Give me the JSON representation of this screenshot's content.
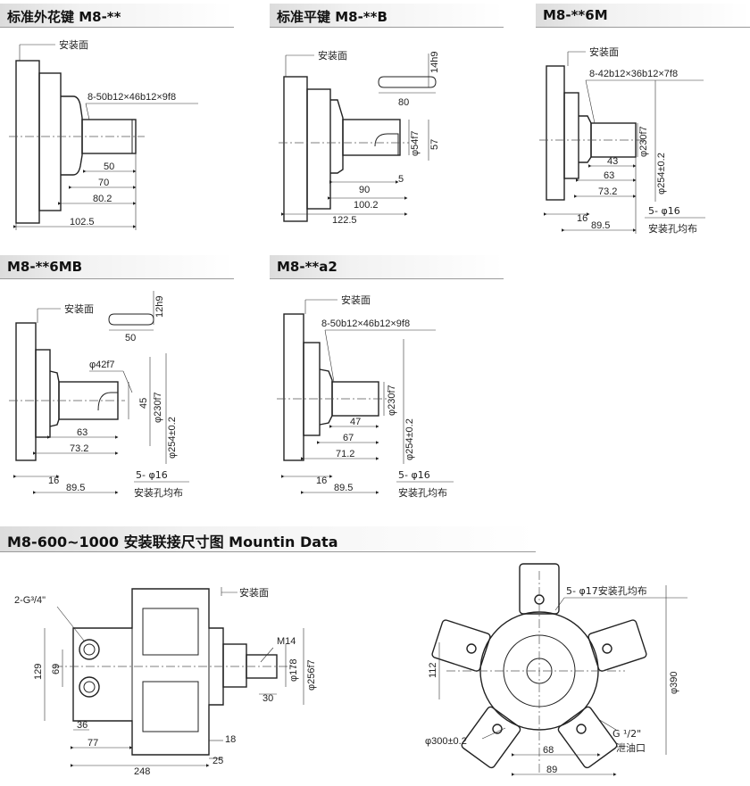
{
  "headers": {
    "h1": "标准外花键 M8-**",
    "h2": "标准平键 M8-**B",
    "h3": "M8-**6M",
    "h4": "M8-**6MB",
    "h5": "M8-**a2",
    "h6": "M8-600~1000 安装联接尺寸图  Mountin Data"
  },
  "common": {
    "mount_face": "安装面",
    "hole_pattern": "安装孔均布",
    "spline": "8-50b12×46b12×9f8",
    "spline_6m": "8-42b12×36b12×7f8"
  },
  "d1": {
    "d50": "50",
    "d70": "70",
    "d80": "80.2",
    "d102": "102.5"
  },
  "d2": {
    "key_w": "14h9",
    "key_l": "80",
    "d54": "φ54f7",
    "d57": "57",
    "d90": "90",
    "d5": "5",
    "d100": "100.2",
    "d122": "122.5"
  },
  "d3": {
    "d43": "43",
    "d63": "63",
    "d73": "73.2",
    "d16": "16",
    "d89": "89.5",
    "d230": "φ230f7",
    "d254": "φ254±0.2",
    "holes": "5- φ16"
  },
  "d4": {
    "key_w": "12h9",
    "key_l": "50",
    "d42": "φ42f7",
    "d45": "45",
    "d63": "63",
    "d73": "73.2",
    "d16": "16",
    "d89": "89.5",
    "d230": "φ230f7",
    "d254": "φ254±0.2",
    "holes": "5- φ16"
  },
  "d5": {
    "d47": "47",
    "d67": "67",
    "d71": "71.2",
    "d16": "16",
    "d89": "89.5",
    "d230": "φ230f7",
    "d254": "φ254±0.2",
    "holes": "5- φ16"
  },
  "d6": {
    "port": "2-G³/4\"",
    "d129": "129",
    "d69": "69",
    "d36": "36",
    "d77": "77",
    "d248": "248",
    "d18": "18",
    "d25": "25",
    "m14": "M14",
    "d30": "30",
    "d178": "φ178",
    "d256": "φ256f7"
  },
  "d7": {
    "holes": "5- φ17安装孔均布",
    "d112": "112",
    "d390": "φ390",
    "d300": "φ300±0.2",
    "drain": "G ¹/2\"",
    "drain_label": "泄油口",
    "d68": "68",
    "d89": "89"
  }
}
